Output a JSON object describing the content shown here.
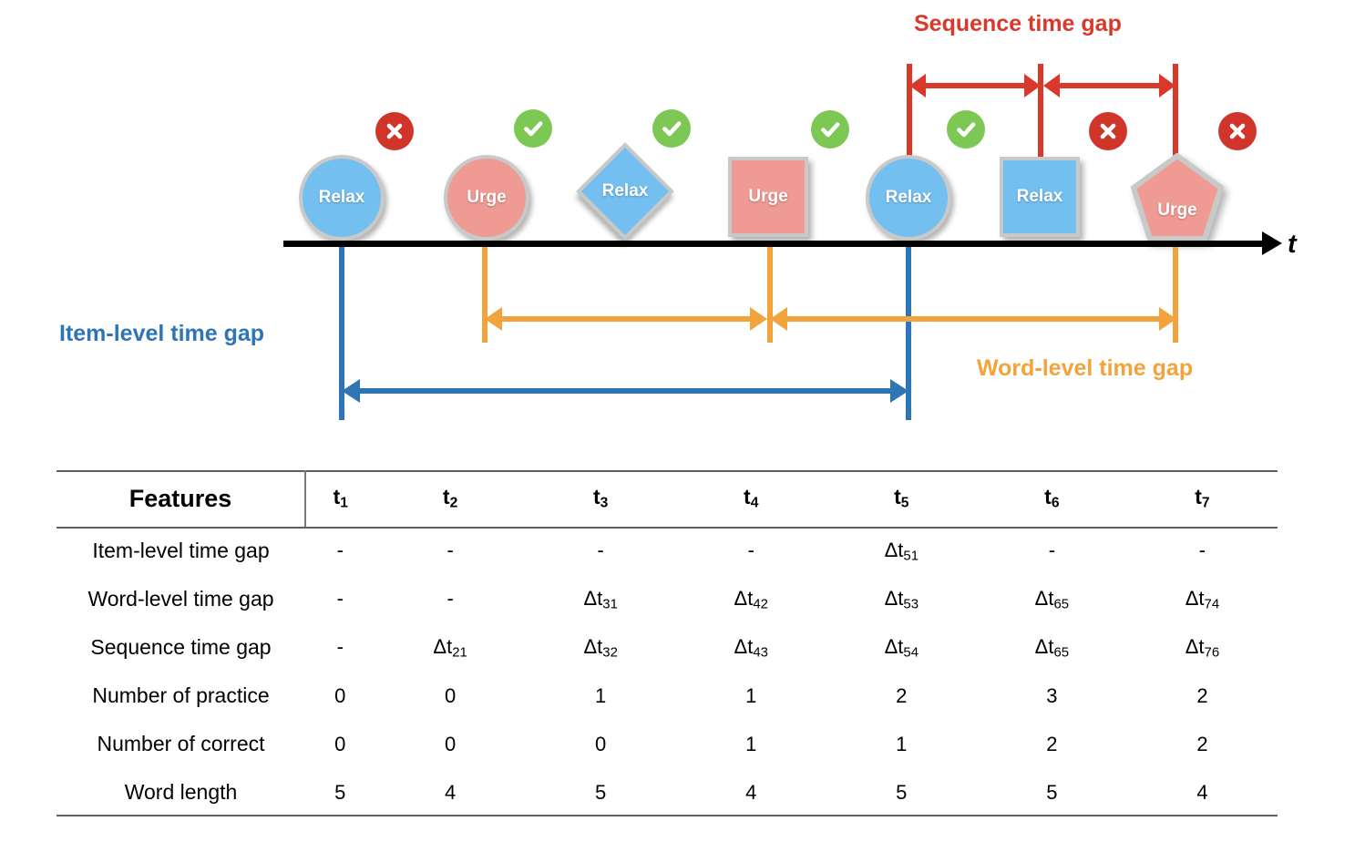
{
  "timeline": {
    "axis_label": "t",
    "nodes": [
      {
        "label": "Relax",
        "shape": "circle",
        "status": "incorrect",
        "color": "#73bff0"
      },
      {
        "label": "Urge",
        "shape": "circle",
        "status": "correct",
        "color": "#ef9a93"
      },
      {
        "label": "Relax",
        "shape": "diamond",
        "status": "correct",
        "color": "#73bff0"
      },
      {
        "label": "Urge",
        "shape": "square",
        "status": "correct",
        "color": "#ef9a93"
      },
      {
        "label": "Relax",
        "shape": "circle",
        "status": "correct",
        "color": "#73bff0"
      },
      {
        "label": "Relax",
        "shape": "square",
        "status": "incorrect",
        "color": "#73bff0"
      },
      {
        "label": "Urge",
        "shape": "pentagon",
        "status": "incorrect",
        "color": "#ef9a93"
      }
    ],
    "labels": {
      "sequence_time_gap": "Sequence time gap",
      "item_level_time_gap": "Item-level time gap",
      "word_level_time_gap": "Word-level time gap"
    },
    "colors": {
      "sequence": "#d8392b",
      "item_level": "#2e75b6",
      "word_level": "#f2a33c",
      "axis": "#000000",
      "correct_badge": "#7dc855",
      "incorrect_badge": "#d0342a",
      "node_blue": "#73bff0",
      "node_pink": "#ef9a93",
      "node_border": "#c9c9c9"
    },
    "icons": {
      "correct": "check-circle-icon",
      "incorrect": "cross-circle-icon"
    }
  },
  "table": {
    "corner_header": "Features",
    "columns": [
      "t1",
      "t2",
      "t3",
      "t4",
      "t5",
      "t6",
      "t7"
    ],
    "column_bases": [
      "t",
      "t",
      "t",
      "t",
      "t",
      "t",
      "t"
    ],
    "column_subs": [
      "1",
      "2",
      "3",
      "4",
      "5",
      "6",
      "7"
    ],
    "rows": [
      {
        "label": "Item-level time gap",
        "cells": [
          {
            "base": "-",
            "sub": ""
          },
          {
            "base": "-",
            "sub": ""
          },
          {
            "base": "-",
            "sub": ""
          },
          {
            "base": "-",
            "sub": ""
          },
          {
            "base": "Δt",
            "sub": "51"
          },
          {
            "base": "-",
            "sub": ""
          },
          {
            "base": "-",
            "sub": ""
          }
        ]
      },
      {
        "label": "Word-level time gap",
        "cells": [
          {
            "base": "-",
            "sub": ""
          },
          {
            "base": "-",
            "sub": ""
          },
          {
            "base": "Δt",
            "sub": "31"
          },
          {
            "base": "Δt",
            "sub": "42"
          },
          {
            "base": "Δt",
            "sub": "53"
          },
          {
            "base": "Δt",
            "sub": "65"
          },
          {
            "base": "Δt",
            "sub": "74"
          }
        ]
      },
      {
        "label": "Sequence time gap",
        "cells": [
          {
            "base": "-",
            "sub": ""
          },
          {
            "base": "Δt",
            "sub": "21"
          },
          {
            "base": "Δt",
            "sub": "32"
          },
          {
            "base": "Δt",
            "sub": "43"
          },
          {
            "base": "Δt",
            "sub": "54"
          },
          {
            "base": "Δt",
            "sub": "65"
          },
          {
            "base": "Δt",
            "sub": "76"
          }
        ]
      },
      {
        "label": "Number of practice",
        "cells": [
          {
            "base": "0",
            "sub": ""
          },
          {
            "base": "0",
            "sub": ""
          },
          {
            "base": "1",
            "sub": ""
          },
          {
            "base": "1",
            "sub": ""
          },
          {
            "base": "2",
            "sub": ""
          },
          {
            "base": "3",
            "sub": ""
          },
          {
            "base": "2",
            "sub": ""
          }
        ]
      },
      {
        "label": "Number of correct",
        "cells": [
          {
            "base": "0",
            "sub": ""
          },
          {
            "base": "0",
            "sub": ""
          },
          {
            "base": "0",
            "sub": ""
          },
          {
            "base": "1",
            "sub": ""
          },
          {
            "base": "1",
            "sub": ""
          },
          {
            "base": "2",
            "sub": ""
          },
          {
            "base": "2",
            "sub": ""
          }
        ]
      },
      {
        "label": "Word length",
        "cells": [
          {
            "base": "5",
            "sub": ""
          },
          {
            "base": "4",
            "sub": ""
          },
          {
            "base": "5",
            "sub": ""
          },
          {
            "base": "4",
            "sub": ""
          },
          {
            "base": "5",
            "sub": ""
          },
          {
            "base": "5",
            "sub": ""
          },
          {
            "base": "4",
            "sub": ""
          }
        ]
      }
    ]
  }
}
